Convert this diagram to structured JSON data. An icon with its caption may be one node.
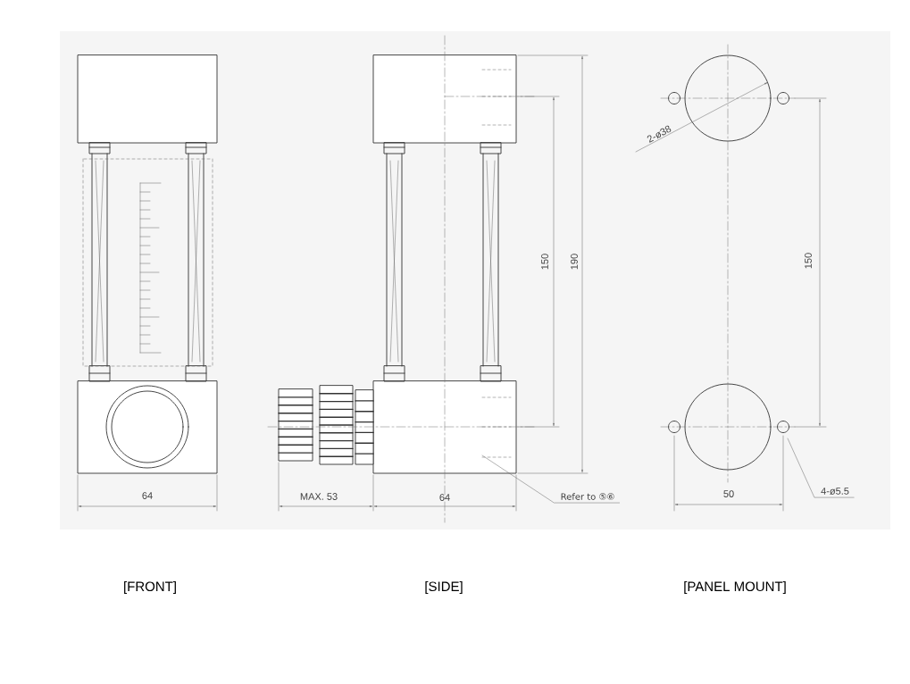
{
  "diagram": {
    "nodes": [
      {
        "text": [
          "Refer to ⑤⑥"
        ]
      },
      {
        "text": [
          "4-ø5.5"
        ]
      }
    ],
    "edges": [
      {
        "from": 0,
        "to": null,
        "arrow": "none"
      },
      {
        "from": 1,
        "to": null,
        "arrow": "none"
      }
    ],
    "labels": [
      "2-ø38",
      "150",
      "190",
      "150",
      "64",
      "MAX. 53",
      "64",
      "50",
      "[FRONT]",
      "[SIDE]",
      "[PANEL MOUNT]"
    ]
  }
}
